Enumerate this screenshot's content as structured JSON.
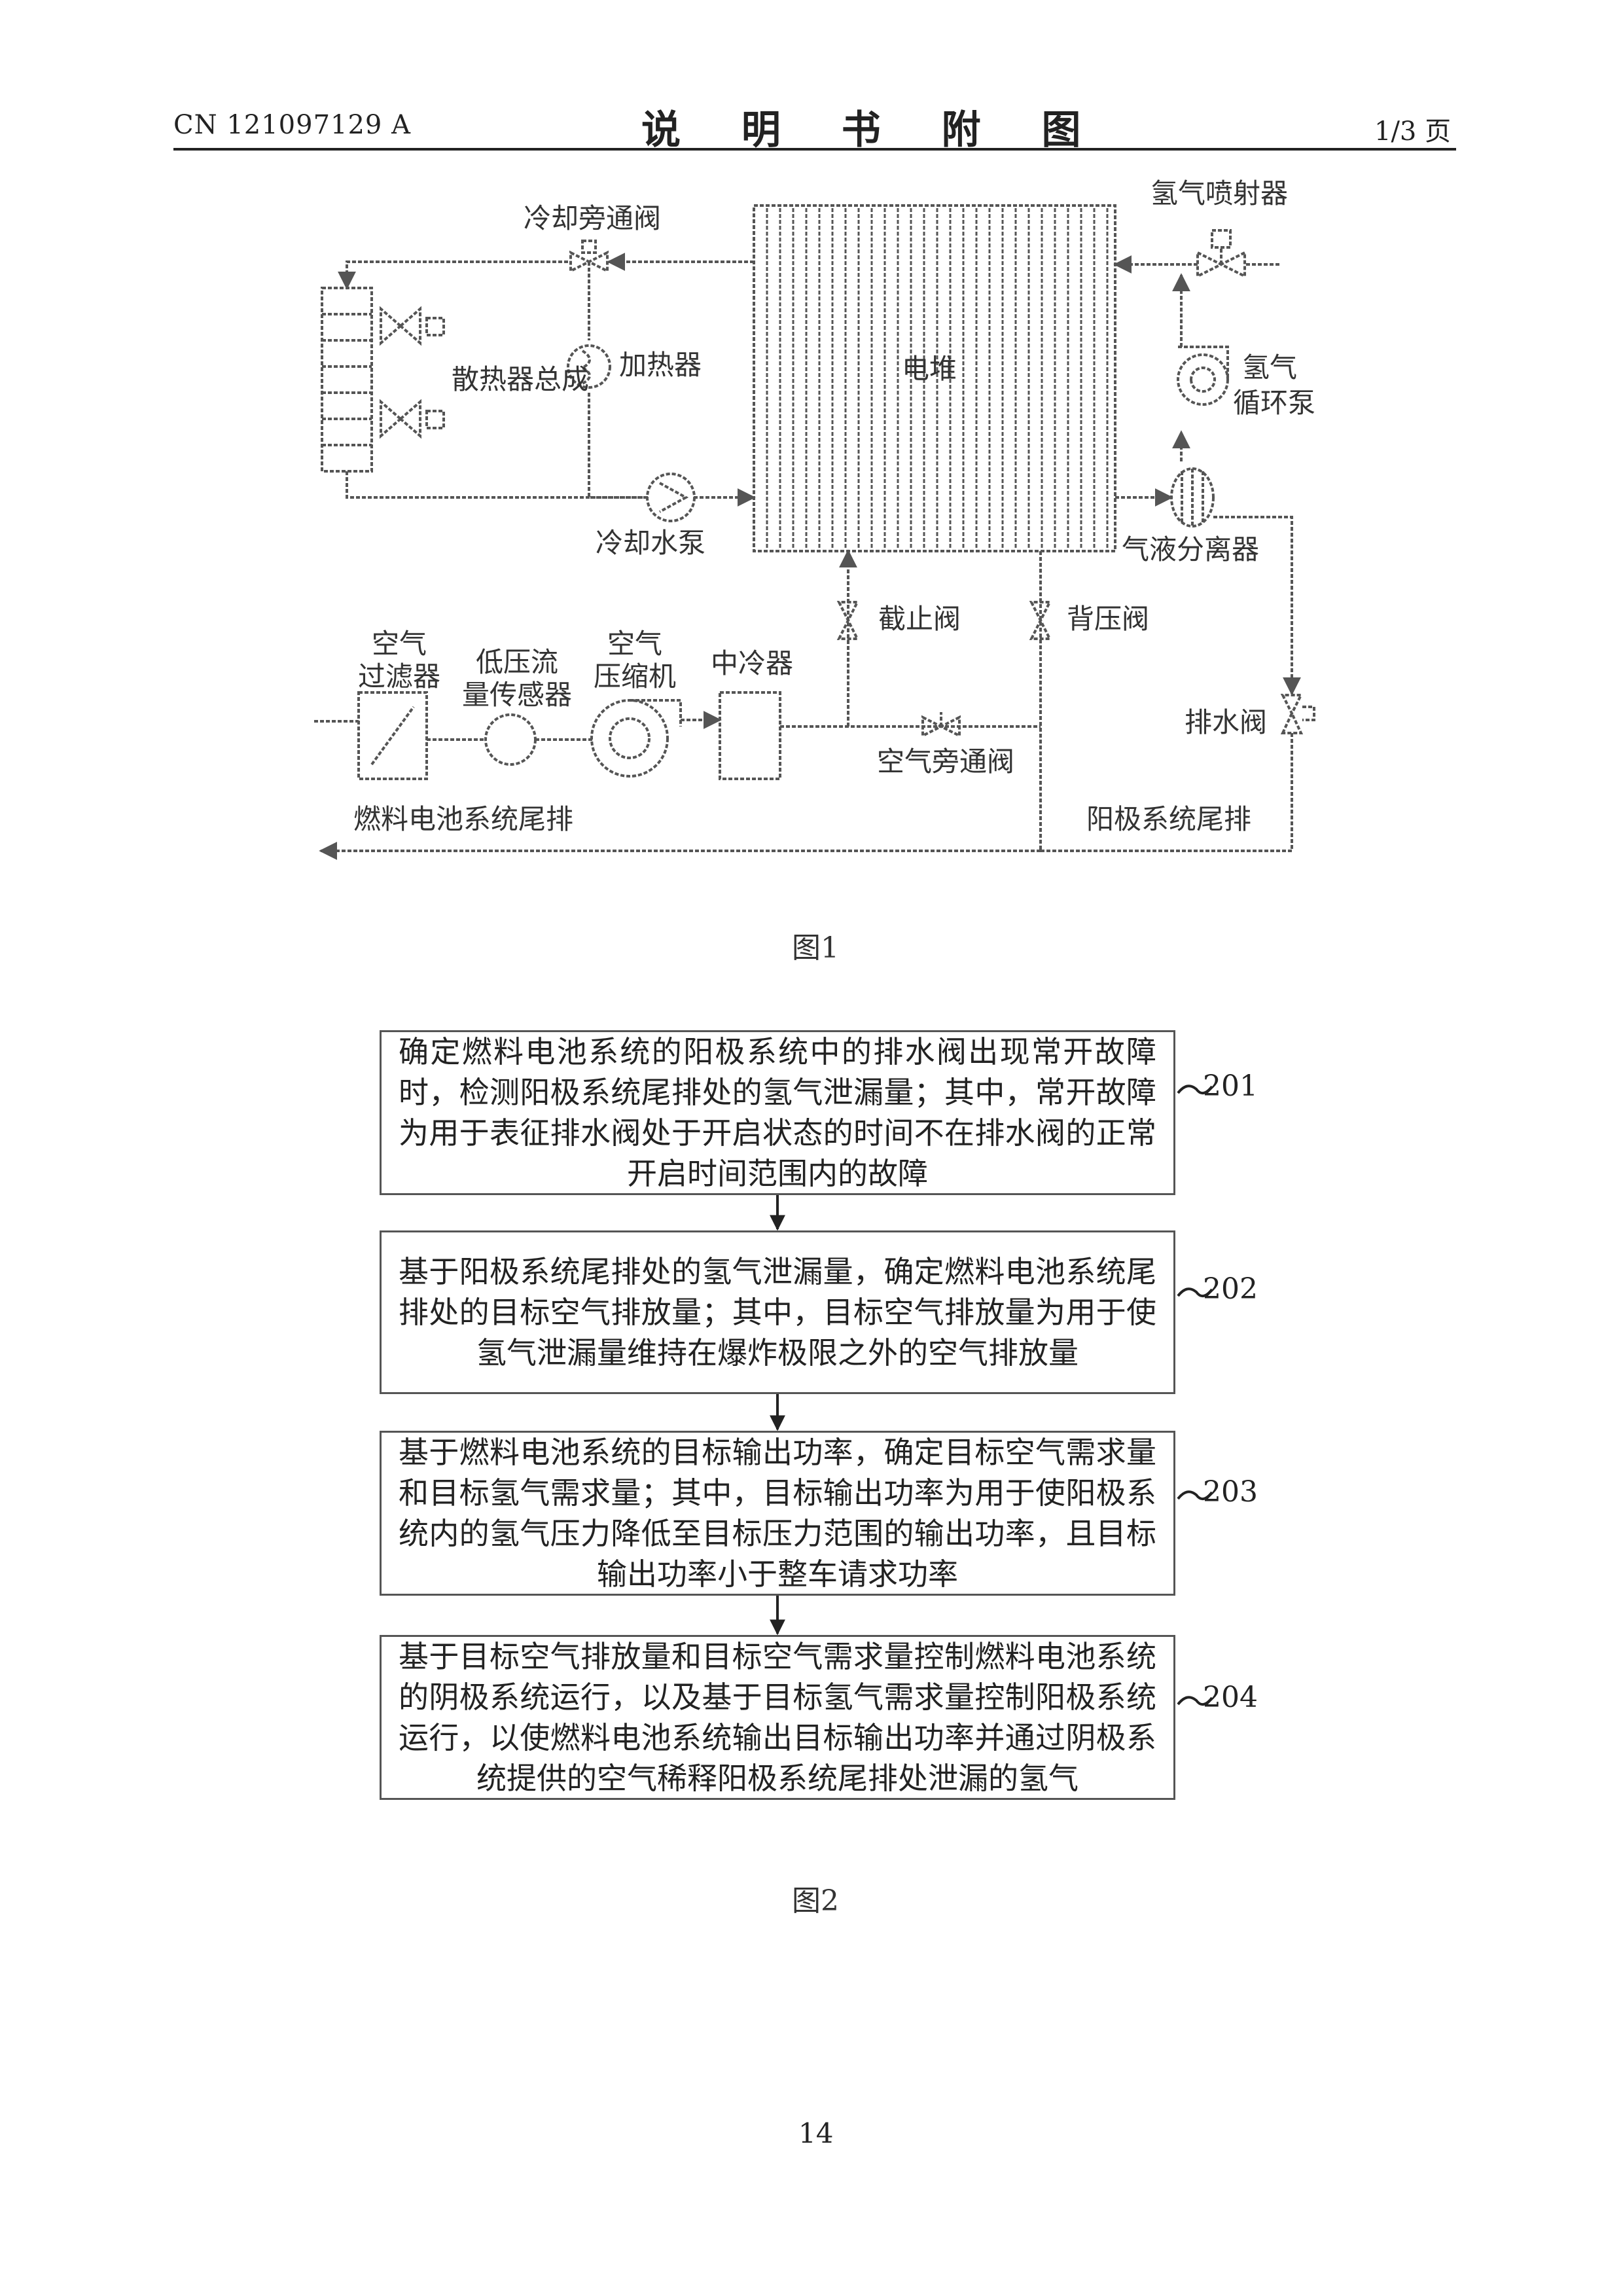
{
  "header": {
    "publication_number": "CN 121097129 A",
    "title": "说 明 书 附 图",
    "page_of": "1/3 页"
  },
  "figure1": {
    "caption": "图1",
    "labels": {
      "cooling_bypass_valve": "冷却旁通阀",
      "radiator_assembly": "散热器总成",
      "heater": "加热器",
      "cooling_pump": "冷却水泵",
      "stack": "电堆",
      "hydrogen_injector": "氢气喷射器",
      "hydrogen_recirc_pump_1": "氢气",
      "hydrogen_recirc_pump_2": "循环泵",
      "gas_liquid_separator": "气液分离器",
      "shutoff_valve": "截止阀",
      "back_pressure_valve": "背压阀",
      "drain_valve": "排水阀",
      "air_filter_1": "空气",
      "air_filter_2": "过滤器",
      "flow_sensor_1": "低压流",
      "flow_sensor_2": "量传感器",
      "air_compressor_1": "空气",
      "air_compressor_2": "压缩机",
      "intercooler": "中冷器",
      "air_bypass_valve": "空气旁通阀",
      "system_exhaust": "燃料电池系统尾排",
      "anode_exhaust": "阳极系统尾排"
    }
  },
  "figure2": {
    "caption": "图2",
    "steps": [
      {
        "id": "201",
        "text": "确定燃料电池系统的阳极系统中的排水阀出现常开故障时，检测阳极系统尾排处的氢气泄漏量；其中，常开故障为用于表征排水阀处于开启状态的时间不在排水阀的正常开启时间范围内的故障"
      },
      {
        "id": "202",
        "text": "基于阳极系统尾排处的氢气泄漏量，确定燃料电池系统尾排处的目标空气排放量；其中，目标空气排放量为用于使氢气泄漏量维持在爆炸极限之外的空气排放量"
      },
      {
        "id": "203",
        "text": "基于燃料电池系统的目标输出功率，确定目标空气需求量和目标氢气需求量；其中，目标输出功率为用于使阳极系统内的氢气压力降低至目标压力范围的输出功率，且目标输出功率小于整车请求功率"
      },
      {
        "id": "204",
        "text": "基于目标空气排放量和目标空气需求量控制燃料电池系统的阴极系统运行，以及基于目标氢气需求量控制阳极系统运行，以使燃料电池系统输出目标输出功率并通过阴极系统提供的空气稀释阳极系统尾排处泄漏的氢气"
      }
    ]
  },
  "footer": {
    "page_number": "14"
  }
}
